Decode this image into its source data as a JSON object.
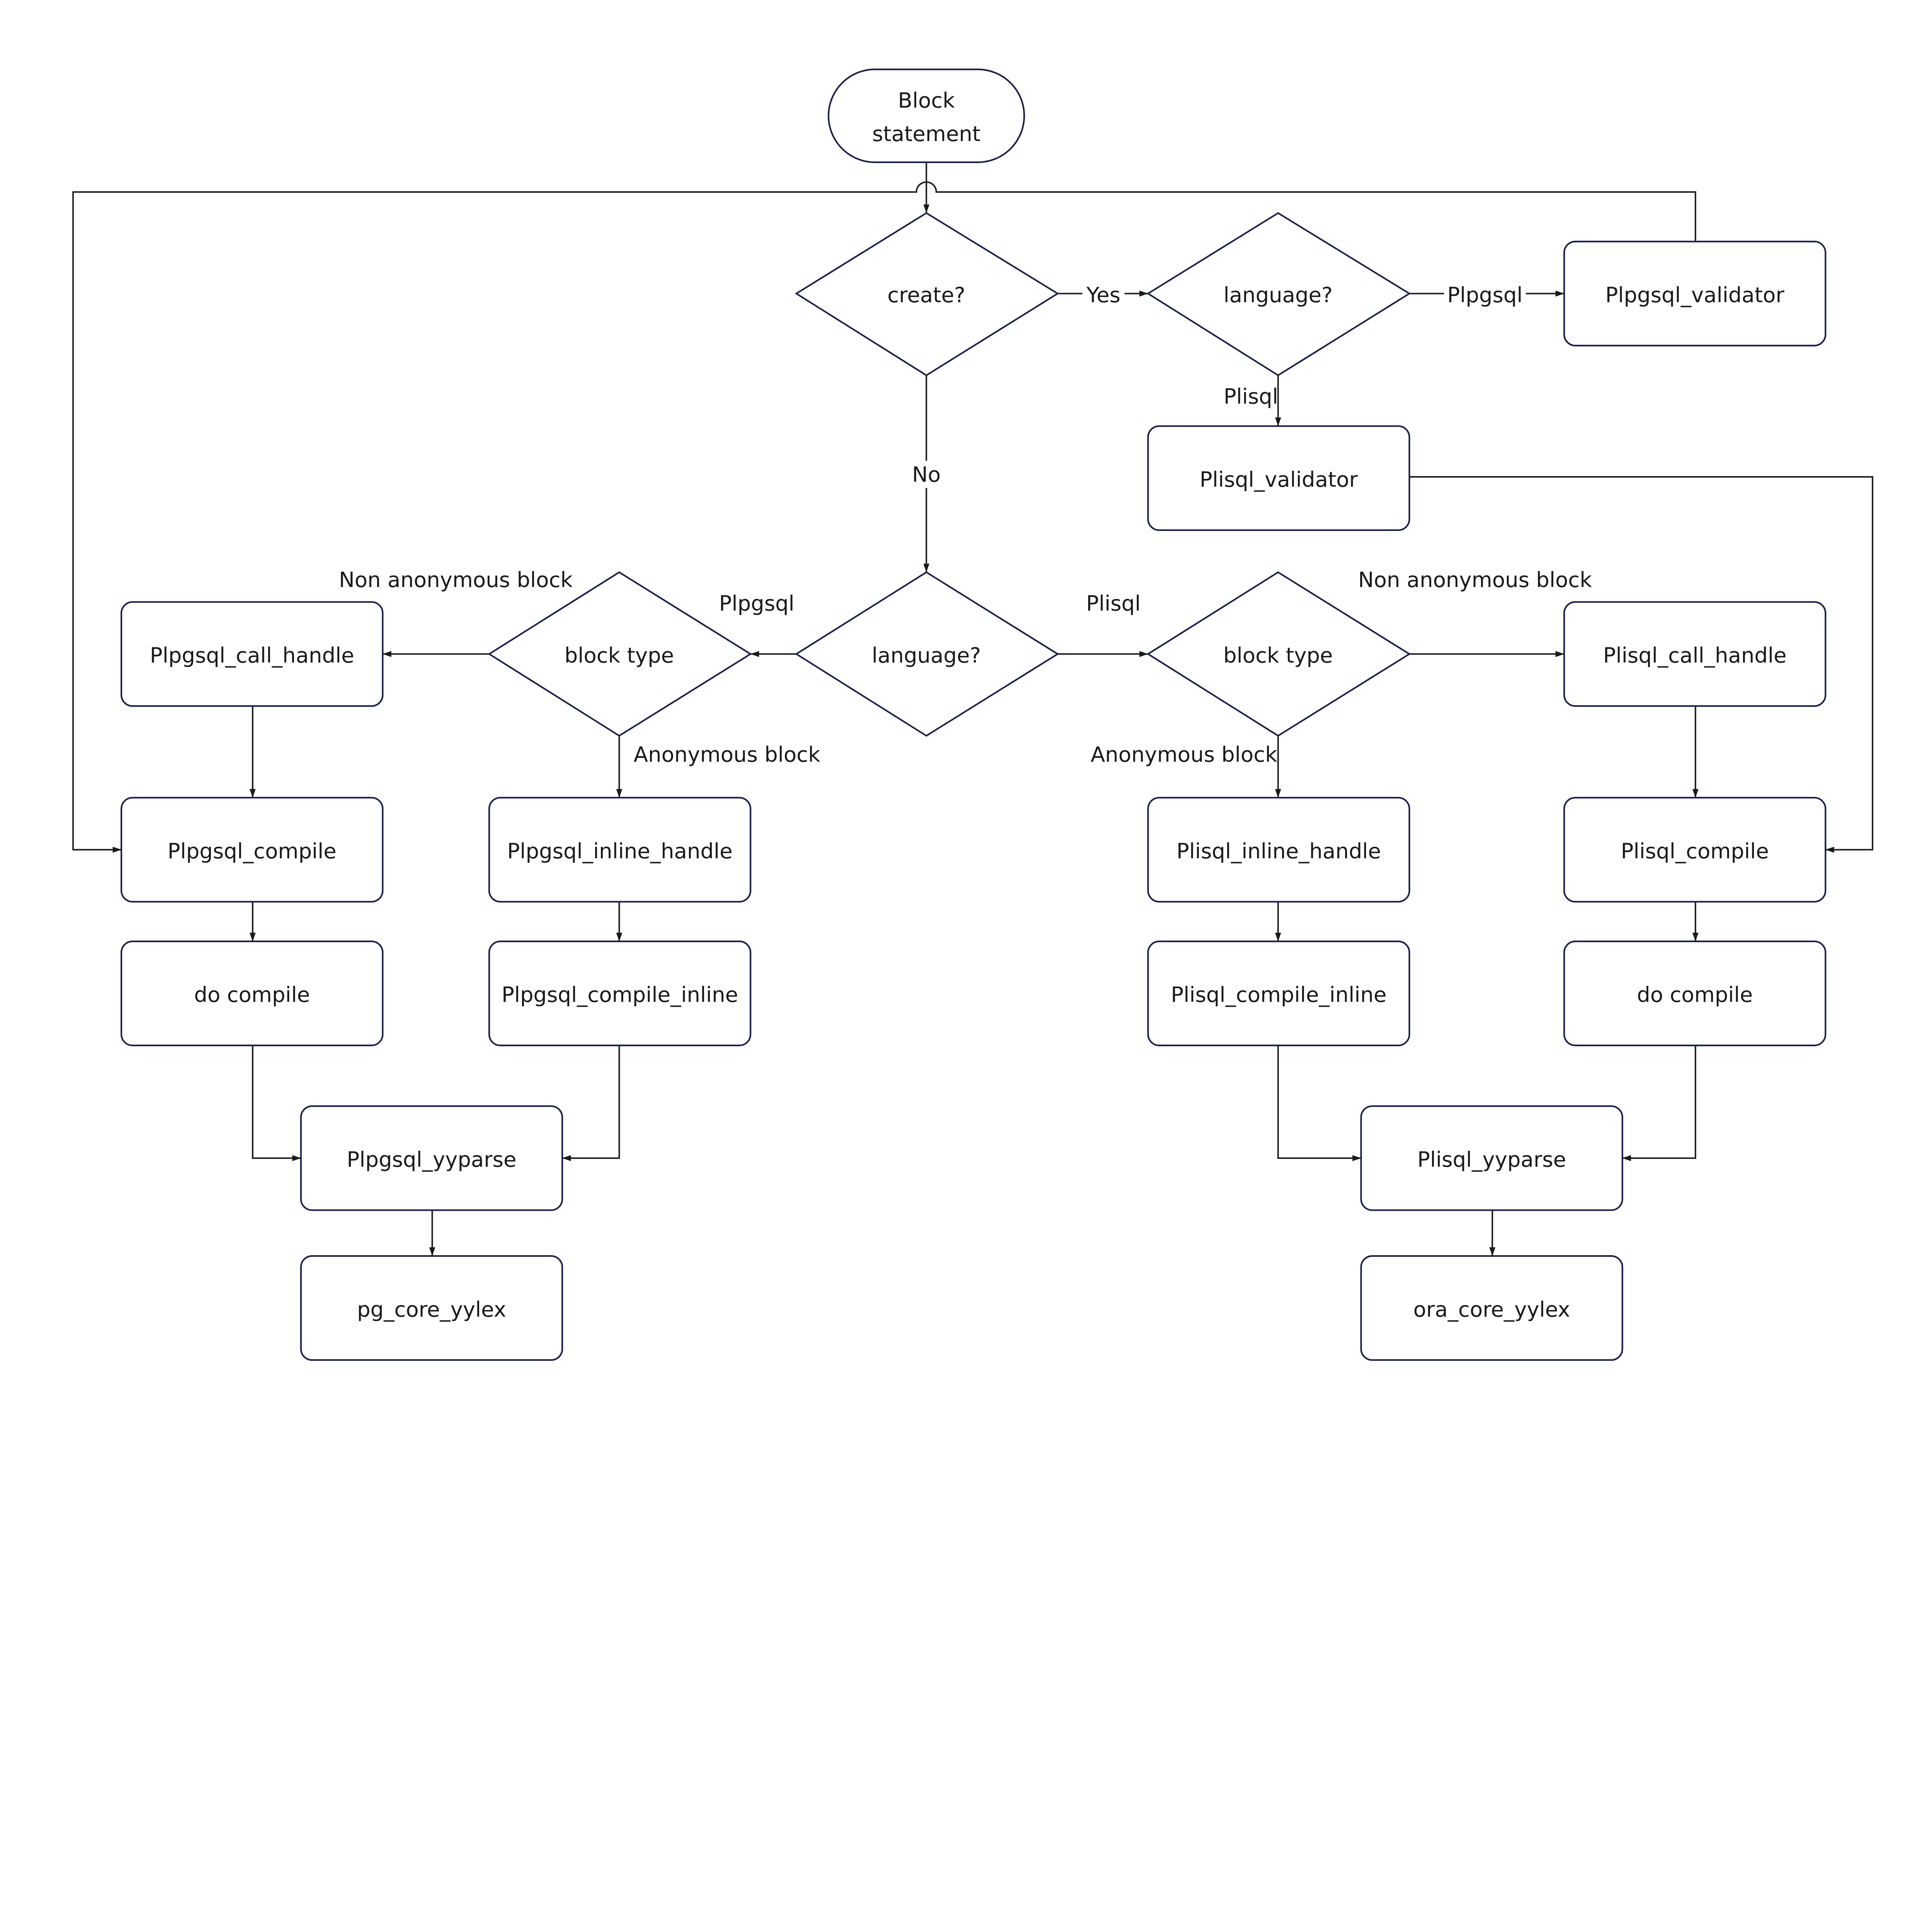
{
  "nodes": {
    "start": {
      "line1": "Block",
      "line2": "statement"
    },
    "create_decision": "create?",
    "language_decision_top": "language?",
    "plpgsql_validator": "Plpgsql_validator",
    "plisql_validator": "Plisql_validator",
    "language_decision_mid": "language?",
    "block_type_left": "block type",
    "block_type_right": "block type",
    "plpgsql_call_handle": "Plpgsql_call_handle",
    "plisql_call_handle": "Plisql_call_handle",
    "plpgsql_compile": "Plpgsql_compile",
    "plpgsql_inline_handle": "Plpgsql_inline_handle",
    "plisql_inline_handle": "Plisql_inline_handle",
    "plisql_compile": "Plisql_compile",
    "do_compile_left": "do compile",
    "plpgsql_compile_inline": "Plpgsql_compile_inline",
    "plisql_compile_inline": "Plisql_compile_inline",
    "do_compile_right": "do compile",
    "plpgsql_yyparse": "Plpgsql_yyparse",
    "plisql_yyparse": "Plisql_yyparse",
    "pg_core_yylex": "pg_core_yylex",
    "ora_core_yylex": "ora_core_yylex"
  },
  "edge_labels": {
    "yes": "Yes",
    "no": "No",
    "plpgsql_top": "Plpgsql",
    "plisql_top": "Plisql",
    "plpgsql_mid": "Plpgsql",
    "plisql_mid": "Plisql",
    "non_anon_left": "Non anonymous block",
    "non_anon_right": "Non anonymous block",
    "anon_left": "Anonymous block",
    "anon_right": "Anonymous block"
  },
  "colors": {
    "node_stroke": "#1b1f48",
    "edge": "#1a1a1a"
  }
}
